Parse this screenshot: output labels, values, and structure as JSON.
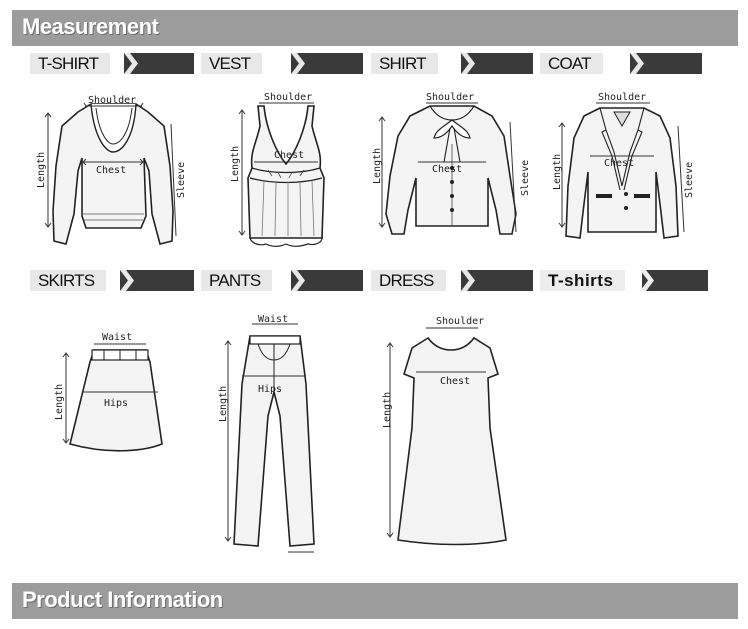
{
  "banners": {
    "measurement": "Measurement",
    "product_information": "Product Information"
  },
  "sections": [
    {
      "title": "T-SHIRT"
    },
    {
      "title": "VEST"
    },
    {
      "title": "SHIRT"
    },
    {
      "title": "COAT"
    },
    {
      "title": "SKIRTS"
    },
    {
      "title": "PANTS"
    },
    {
      "title": "DRESS"
    },
    {
      "title": "T-shirts"
    }
  ],
  "labels": {
    "shoulder": "Shoulder",
    "chest": "Chest",
    "length": "Length",
    "sleeve": "Sleeve",
    "waist": "Waist",
    "hips": "Hips"
  },
  "colors": {
    "banner": "#9c9c9c",
    "header_bar": "#3a3a3a"
  }
}
